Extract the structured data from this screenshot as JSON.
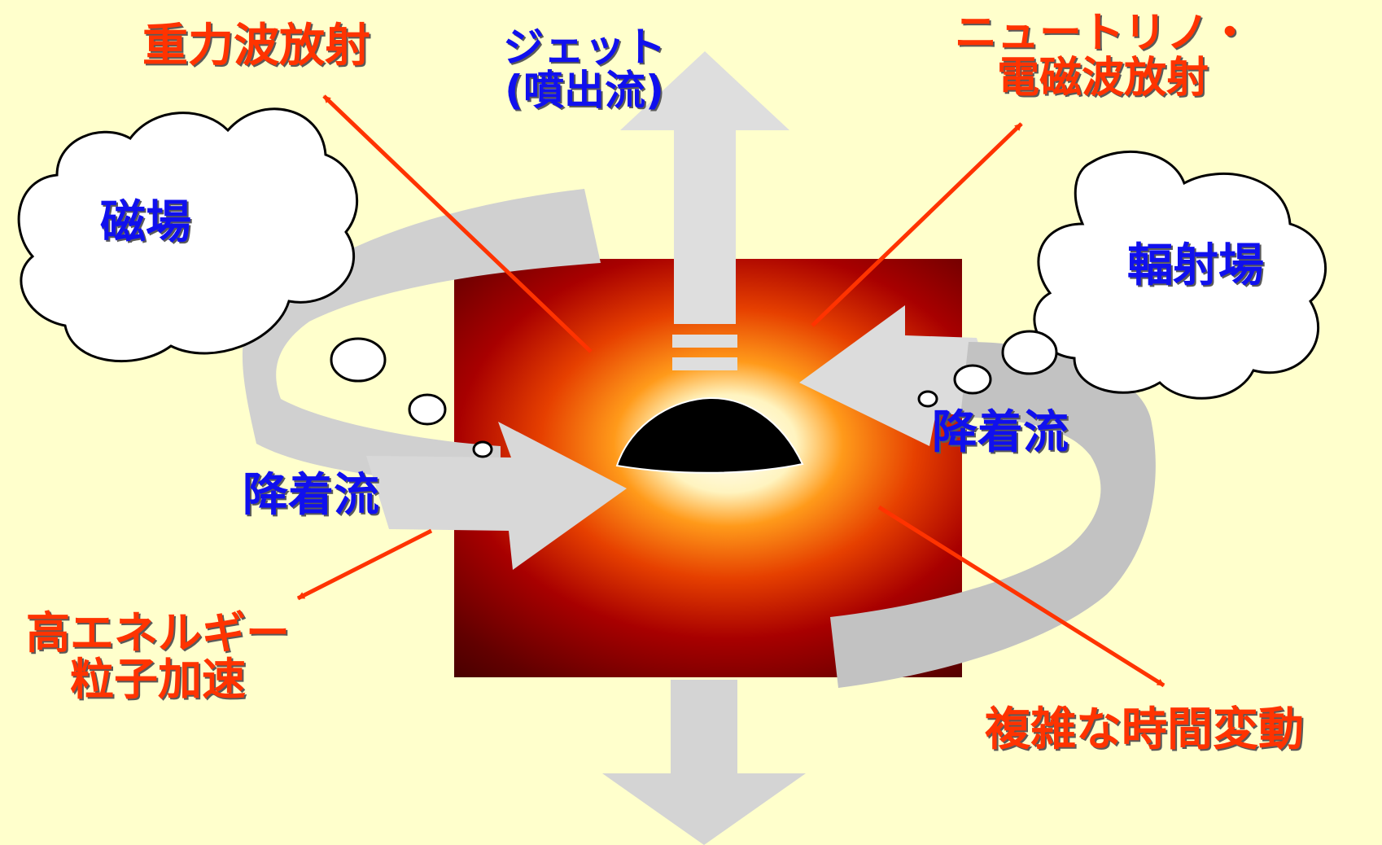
{
  "colors": {
    "background": "#ffffcc",
    "red_label": "#ff3300",
    "blue_label": "#1010ee",
    "arrow_gray": "#d9d9d9",
    "pointer_red": "#ff3300"
  },
  "labels": {
    "gravitational_wave": "重力波放射",
    "jet_line1": "ジェット",
    "jet_line2": "(噴出流)",
    "neutrino_line1": "ニュートリノ・",
    "neutrino_line2": "電磁波放射",
    "magnetic_field": "磁場",
    "radiation_field": "輻射場",
    "accretion_left": "降着流",
    "accretion_right": "降着流",
    "particle_line1": "高エネルギー",
    "particle_line2": "粒子加速",
    "time_variation": "複雑な時間変動"
  }
}
